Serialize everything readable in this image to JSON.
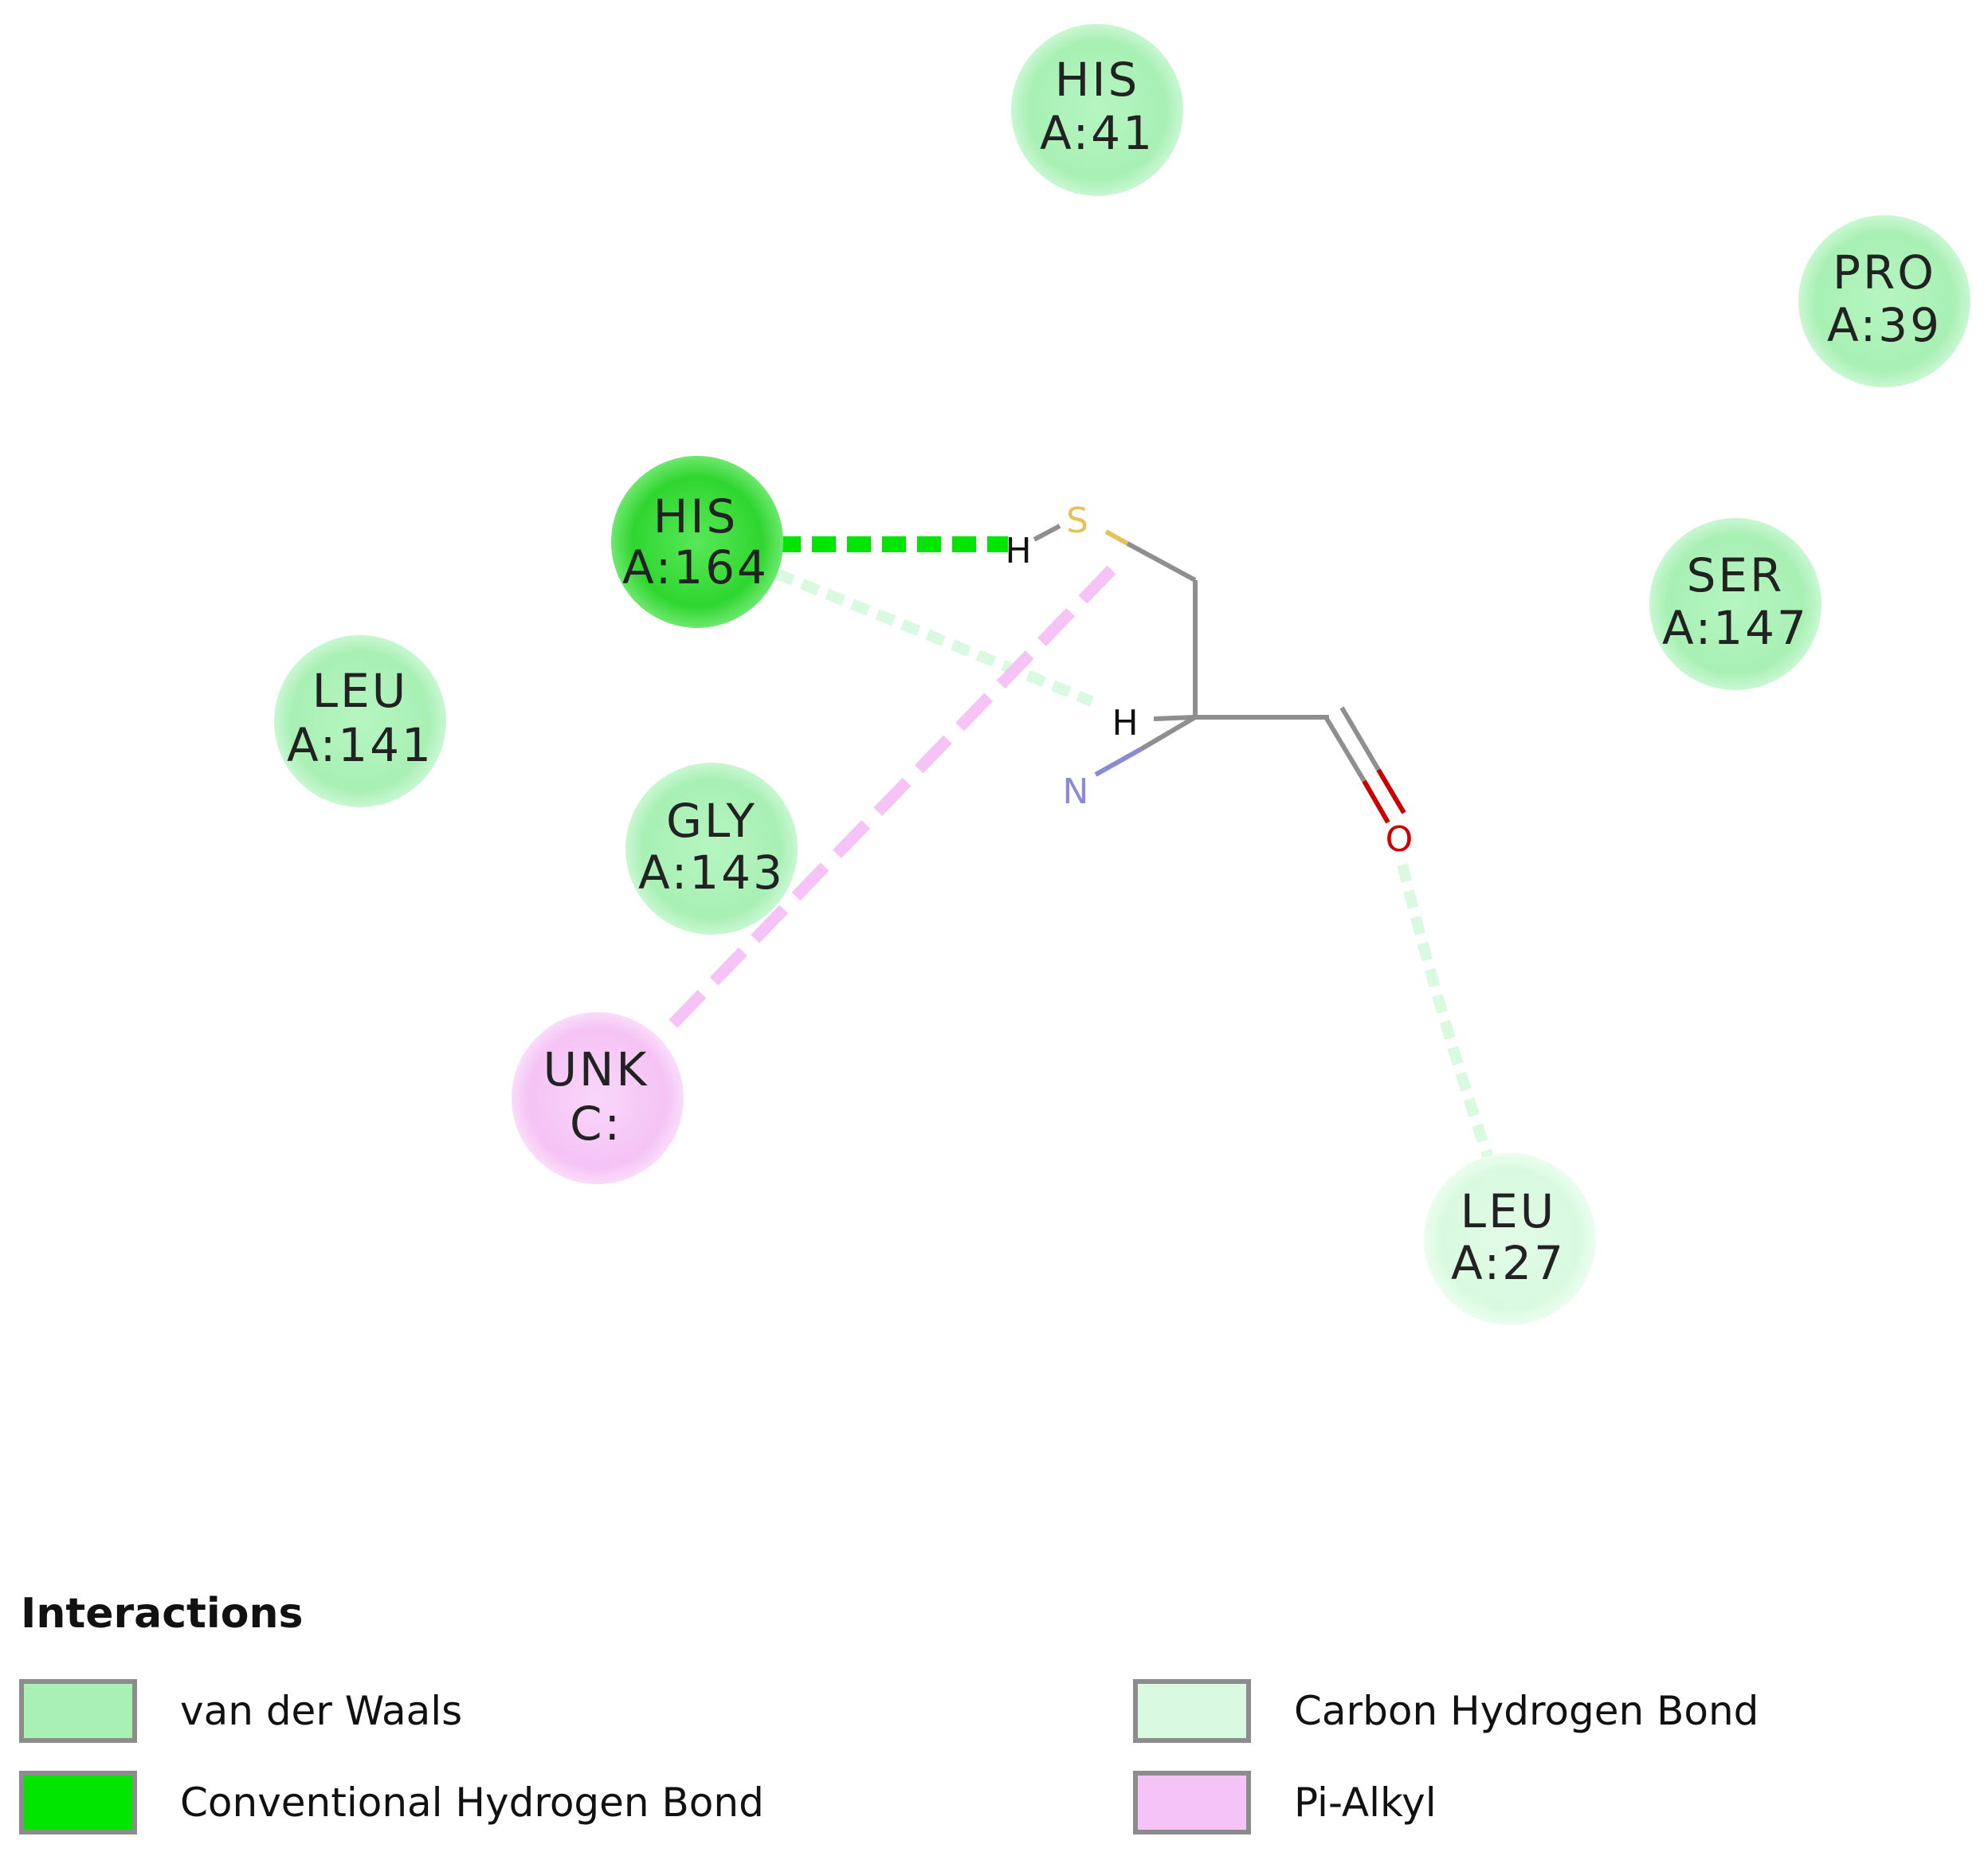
{
  "residues": [
    {
      "id": "his41",
      "name": "HIS",
      "chain_pos": "A:41",
      "type": "van der Waals"
    },
    {
      "id": "pro39",
      "name": "PRO",
      "chain_pos": "A:39",
      "type": "van der Waals"
    },
    {
      "id": "his164",
      "name": "HIS",
      "chain_pos": "A:164",
      "type": "Conventional Hydrogen Bond"
    },
    {
      "id": "ser147",
      "name": "SER",
      "chain_pos": "A:147",
      "type": "van der Waals"
    },
    {
      "id": "leu141",
      "name": "LEU",
      "chain_pos": "A:141",
      "type": "van der Waals"
    },
    {
      "id": "gly143",
      "name": "GLY",
      "chain_pos": "A:143",
      "type": "van der Waals"
    },
    {
      "id": "unk",
      "name": "UNK",
      "chain_pos": "C:",
      "type": "Pi-Alkyl"
    },
    {
      "id": "leu27",
      "name": "LEU",
      "chain_pos": "A:27",
      "type": "Carbon Hydrogen Bond"
    }
  ],
  "ligand_atoms": {
    "s": "S",
    "h_thiol": "H",
    "h_alpha": "H",
    "n": "N",
    "o": "O"
  },
  "colors": {
    "van_der_waals": "#a8f0b4",
    "conventional_hbond": "#00e600",
    "carbon_hbond": "#d9fae0",
    "pi_alkyl": "#f5c3f5",
    "bond_gray": "#8f8f8f",
    "sulfur": "#e6c15a",
    "oxygen": "#cc0000",
    "nitrogen": "#8a8ad6"
  },
  "legend": {
    "title": "Interactions",
    "items": [
      {
        "label": "van der Waals",
        "color": "#a8f0b4"
      },
      {
        "label": "Conventional Hydrogen Bond",
        "color": "#00e600"
      },
      {
        "label": "Carbon Hydrogen Bond",
        "color": "#d9fae0"
      },
      {
        "label": "Pi-Alkyl",
        "color": "#f5c3f5"
      }
    ]
  }
}
